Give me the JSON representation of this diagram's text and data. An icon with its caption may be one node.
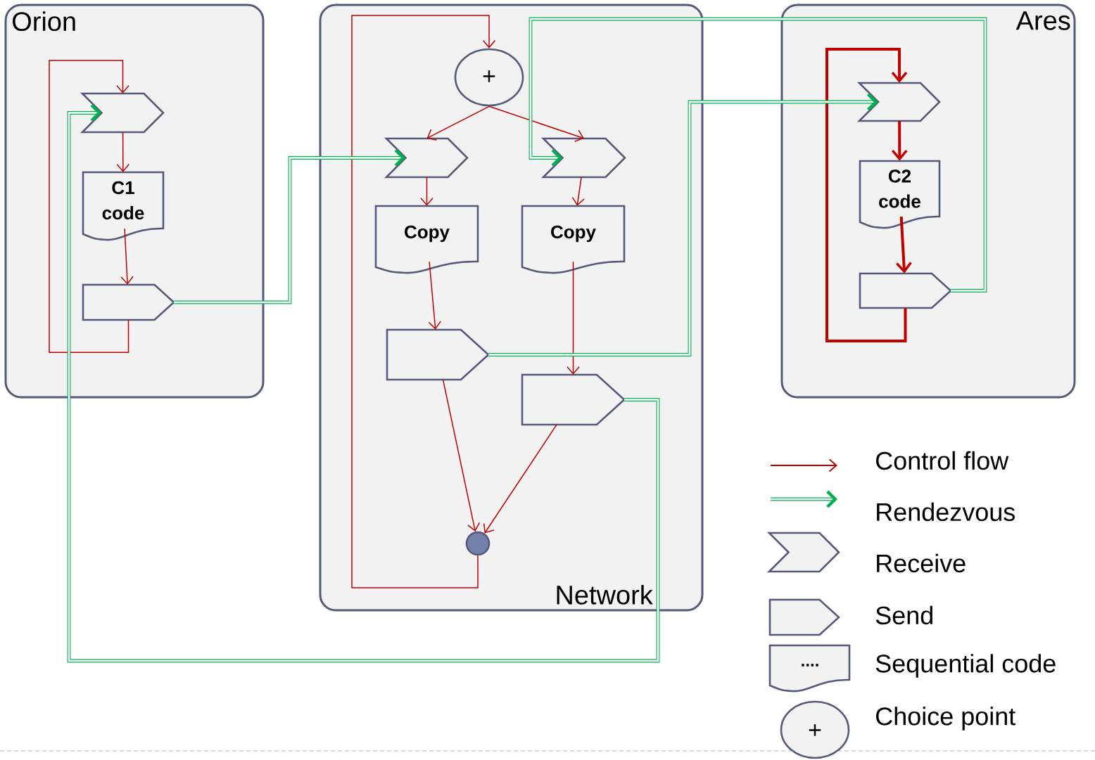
{
  "diagram": {
    "nodes": [
      {
        "text": [
          "Orion"
        ]
      },
      {
        "text": [],
        "shape": "chevron",
        "in": 0
      },
      {
        "text": [
          "C1 code"
        ],
        "in": 0
      },
      {
        "text": [],
        "shape": "pentagon",
        "in": 0
      },
      {
        "text": [
          "Network"
        ]
      },
      {
        "text": [
          "+"
        ],
        "in": 4
      },
      {
        "text": [],
        "shape": "chevron",
        "in": 4
      },
      {
        "text": [],
        "shape": "chevron",
        "in": 4
      },
      {
        "text": [
          "Copy"
        ],
        "in": 4
      },
      {
        "text": [
          "Copy"
        ],
        "in": 4
      },
      {
        "text": [],
        "shape": "pentagon",
        "in": 4
      },
      {
        "text": [],
        "shape": "pentagon",
        "in": 4
      },
      {
        "text": [],
        "shape": "circle",
        "in": 4
      },
      {
        "text": [
          "Ares"
        ]
      },
      {
        "text": [],
        "shape": "chevron",
        "in": 13
      },
      {
        "text": [
          "C2 code"
        ],
        "in": 13
      },
      {
        "text": [],
        "shape": "pentagon",
        "in": 13
      }
    ],
    "edges": [
      {
        "from": 3,
        "to": 1,
        "arrow": "to"
      },
      {
        "from": 1,
        "to": 2,
        "arrow": "to"
      },
      {
        "from": 2,
        "to": 3,
        "arrow": "to"
      },
      {
        "from": 12,
        "to": 5,
        "arrow": "to"
      },
      {
        "from": 5,
        "to": 6,
        "arrow": "to"
      },
      {
        "from": 5,
        "to": 7,
        "arrow": "to"
      },
      {
        "from": 6,
        "to": 8,
        "arrow": "to"
      },
      {
        "from": 7,
        "to": 9,
        "arrow": "to"
      },
      {
        "from": 8,
        "to": 10,
        "arrow": "to"
      },
      {
        "from": 9,
        "to": 11,
        "arrow": "to"
      },
      {
        "from": 10,
        "to": 12,
        "arrow": "to"
      },
      {
        "from": 11,
        "to": 12,
        "arrow": "to"
      },
      {
        "from": 16,
        "to": 14,
        "arrow": "to",
        "style": "thick"
      },
      {
        "from": 14,
        "to": 15,
        "arrow": "to",
        "style": "thick"
      },
      {
        "from": 15,
        "to": 16,
        "arrow": "to",
        "style": "thick"
      },
      {
        "from": 3,
        "to": 6,
        "arrow": "to",
        "style": "thick",
        "color": "#00b050"
      },
      {
        "from": 10,
        "to": 14,
        "arrow": "to",
        "style": "thick",
        "color": "#00b050"
      },
      {
        "from": 16,
        "to": 7,
        "arrow": "to",
        "style": "thick",
        "color": "#00b050"
      },
      {
        "from": 11,
        "to": 1,
        "arrow": "to",
        "style": "thick",
        "color": "#00b050"
      }
    ],
    "labels": [
      "....",
      "+"
    ],
    "legend": [
      {
        "text": "Control flow"
      },
      {
        "text": "Rendezvous"
      },
      {
        "text": "Receive"
      },
      {
        "text": "Send"
      },
      {
        "text": "Sequential code"
      },
      {
        "text": "Choice point"
      }
    ]
  }
}
